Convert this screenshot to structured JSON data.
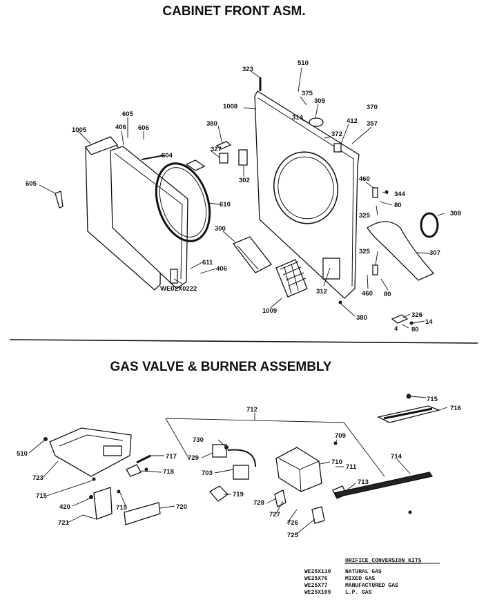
{
  "titles": {
    "cabinet": "CABINET FRONT ASM.",
    "gas": "GAS VALVE & BURNER ASSEMBLY"
  },
  "cabinet_labels": {
    "l323": "323",
    "l510": "510",
    "l375": "375",
    "l309": "309",
    "l1008": "1008",
    "l314": "314",
    "l370": "370",
    "l412": "412",
    "l357": "357",
    "l372": "372",
    "l605a": "605",
    "l606": "606",
    "l1005": "1005",
    "l406a": "406",
    "l380a": "380",
    "l327": "327",
    "l604": "604",
    "l302": "302",
    "l460a": "460",
    "l344": "344",
    "l80a": "80",
    "l605b": "605",
    "l610": "610",
    "l308": "308",
    "l300": "300",
    "l325a": "325",
    "l307": "307",
    "l611": "611",
    "l406b": "406",
    "l325b": "325",
    "lwe02": "WE02X0222",
    "l312": "312",
    "l460b": "460",
    "l80b": "80",
    "l1009": "1009",
    "l380b": "380",
    "l326": "326",
    "l14": "14",
    "l4": "4",
    "l80c": "80"
  },
  "gas_labels": {
    "l712": "712",
    "l715a": "715",
    "l716": "716",
    "l510": "510",
    "l730": "730",
    "l709": "709",
    "l717": "717",
    "l729": "729",
    "l710": "710",
    "l711": "711",
    "l714": "714",
    "l723": "723",
    "l718": "718",
    "l703": "703",
    "l713": "713",
    "l715b": "715",
    "l420": "420",
    "l719": "719",
    "l715c": "715",
    "l720": "720",
    "l728": "728",
    "l721": "721",
    "l727": "727",
    "l726": "726",
    "l725": "725"
  },
  "kits": {
    "heading": "ORIFICE CONVERSION KITS",
    "rows": [
      {
        "code": "WE25X110",
        "desc": "NATURAL GAS"
      },
      {
        "code": "WE25X76",
        "desc": "MIXED GAS"
      },
      {
        "code": "WE25X77",
        "desc": "MANUFACTURED GAS"
      },
      {
        "code": "WE25X109",
        "desc": "L.P. GAS"
      }
    ]
  }
}
